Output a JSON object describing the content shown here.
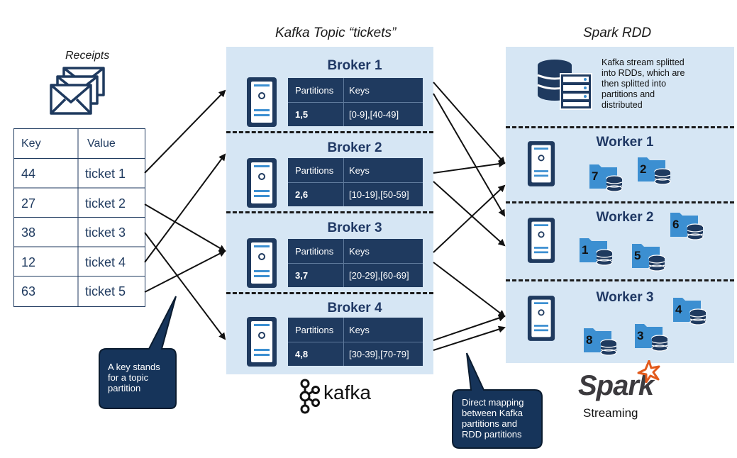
{
  "receipts": {
    "title": "Receipts",
    "headers": [
      "Key",
      "Value"
    ],
    "rows": [
      [
        "44",
        "ticket 1"
      ],
      [
        "27",
        "ticket 2"
      ],
      [
        "38",
        "ticket 3"
      ],
      [
        "12",
        "ticket 4"
      ],
      [
        "63",
        "ticket 5"
      ]
    ]
  },
  "kafka": {
    "title": "Kafka Topic “tickets”",
    "logo_text": "kafka",
    "brokers": [
      {
        "name": "Broker 1",
        "partitions_header": "Partitions",
        "keys_header": "Keys",
        "partitions": "1,5",
        "keys": "[0-9],[40-49]"
      },
      {
        "name": "Broker 2",
        "partitions_header": "Partitions",
        "keys_header": "Keys",
        "partitions": "2,6",
        "keys": "[10-19],[50-59]"
      },
      {
        "name": "Broker 3",
        "partitions_header": "Partitions",
        "keys_header": "Keys",
        "partitions": "3,7",
        "keys": "[20-29],[60-69]"
      },
      {
        "name": "Broker 4",
        "partitions_header": "Partitions",
        "keys_header": "Keys",
        "partitions": "4,8",
        "keys": "[30-39],[70-79]"
      }
    ]
  },
  "spark": {
    "title": "Spark RDD",
    "description_lines": [
      "Kafka stream splitted",
      "into RDDs, which are",
      "then splitted into",
      "partitions and",
      "distributed"
    ],
    "workers": [
      {
        "name": "Worker 1",
        "partitions": [
          "7",
          "2"
        ]
      },
      {
        "name": "Worker 2",
        "partitions": [
          "6",
          "1",
          "5"
        ]
      },
      {
        "name": "Worker 3",
        "partitions": [
          "4",
          "8",
          "3"
        ]
      }
    ],
    "logo_text": "Spark",
    "logo_subtext": "Streaming"
  },
  "callouts": {
    "key_partition": [
      "A key stands",
      "for a topic",
      "partition"
    ],
    "direct_mapping": [
      "Direct mapping",
      "between Kafka",
      "partitions and",
      "RDD partitions"
    ]
  },
  "colors": {
    "navy": "#1f3a5f",
    "title_blue": "#1f3864",
    "panel": "#d6e6f4",
    "db_blue": "#3c8fd1",
    "spark_orange": "#e25a1c"
  }
}
